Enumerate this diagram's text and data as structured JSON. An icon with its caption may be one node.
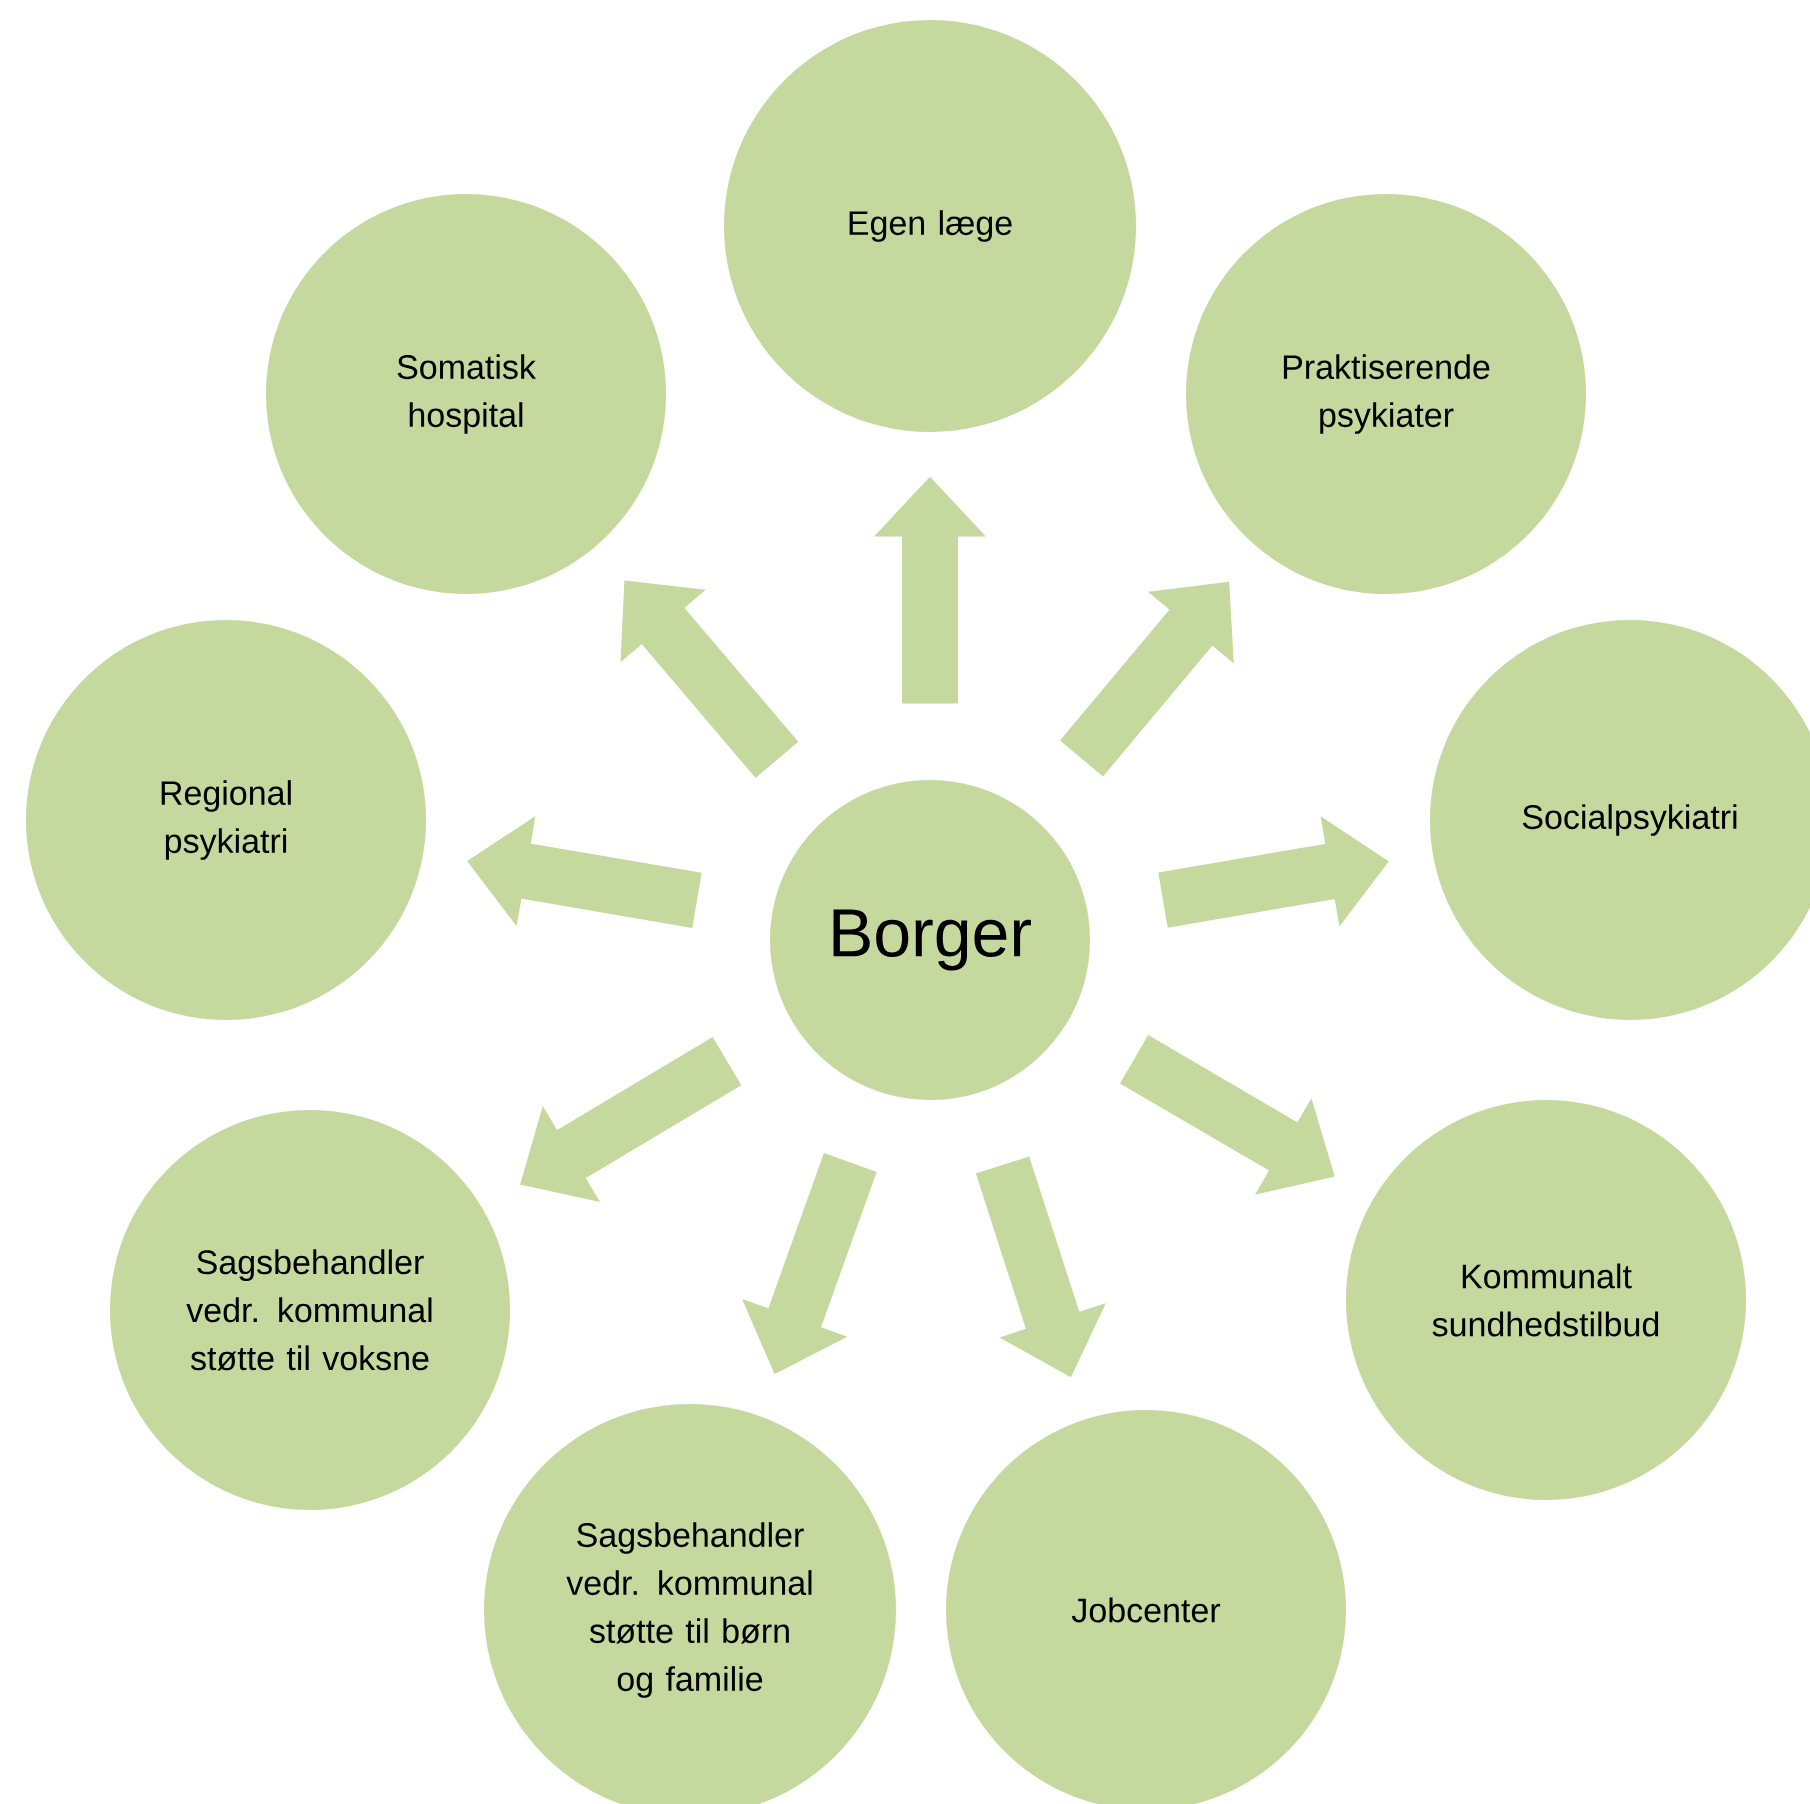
{
  "diagram": {
    "nodes": [
      {
        "text": [
          "Borger"
        ]
      },
      {
        "text": [
          "Egen læge"
        ]
      },
      {
        "text": [
          "Praktiserende psykiater"
        ]
      },
      {
        "text": [
          "Socialpsykiatri"
        ]
      },
      {
        "text": [
          "Kommunalt sundhedstilbud"
        ]
      },
      {
        "text": [
          "Jobcenter"
        ]
      },
      {
        "text": [
          "Sagsbehandler vedr. kommunal støtte til børn og familie"
        ]
      },
      {
        "text": [
          "Sagsbehandler vedr. kommunal støtte til voksne"
        ]
      },
      {
        "text": [
          "Regional psykiatri"
        ]
      },
      {
        "text": [
          "Somatisk hospital"
        ]
      }
    ],
    "edges": [
      {
        "from": 0,
        "to": 1,
        "arrow": "to"
      },
      {
        "from": 0,
        "to": 2,
        "arrow": "to"
      },
      {
        "from": 0,
        "to": 3,
        "arrow": "to"
      },
      {
        "from": 0,
        "to": 4,
        "arrow": "to"
      },
      {
        "from": 0,
        "to": 5,
        "arrow": "to"
      },
      {
        "from": 0,
        "to": 6,
        "arrow": "to"
      },
      {
        "from": 0,
        "to": 7,
        "arrow": "to"
      },
      {
        "from": 0,
        "to": 8,
        "arrow": "to"
      },
      {
        "from": 0,
        "to": 9,
        "arrow": "to"
      }
    ]
  }
}
